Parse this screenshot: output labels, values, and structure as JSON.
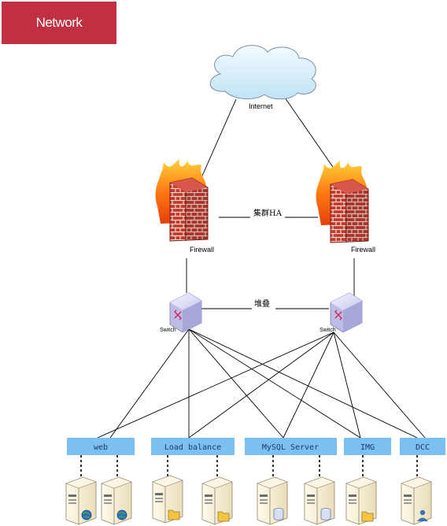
{
  "title": "Network",
  "nodes": {
    "internet": "Internet",
    "firewall_left": "Firewall",
    "firewall_right": "Firewall",
    "switch_left": "Switch",
    "switch_right": "Switch"
  },
  "links": {
    "firewall_ha": "集群HA",
    "switch_stack": "堆叠"
  },
  "services": [
    "web",
    "Load balance",
    "MySQL Server",
    "IMG",
    "DCC"
  ],
  "colors": {
    "badge": "#c12f42",
    "service_box": "#7ac0f2",
    "service_text": "#1e3a6a"
  },
  "icons": {
    "cloud": "cloud-icon",
    "firewall": "firewall-icon",
    "switch": "switch-icon",
    "server_web": "web-server-icon",
    "server_folder": "file-server-icon",
    "server_db": "database-server-icon",
    "server_user": "user-server-icon"
  }
}
